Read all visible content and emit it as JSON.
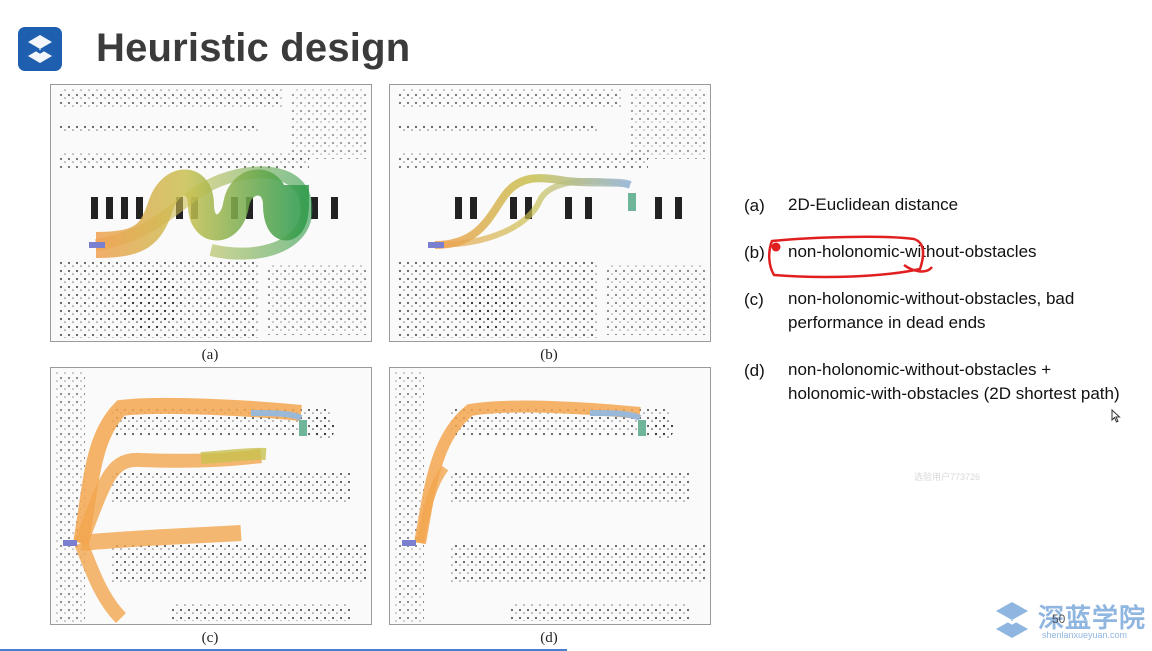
{
  "slide": {
    "title": "Heuristic design",
    "captions": [
      "(a)",
      "(b)",
      "(c)",
      "(d)"
    ],
    "items": [
      {
        "label": "(a)",
        "lines": [
          "2D-Euclidean distance"
        ]
      },
      {
        "label": "(b)",
        "lines": [
          "non-holonomic-without-obstacles"
        ]
      },
      {
        "label": "(c)",
        "lines": [
          "non-holonomic-without-obstacles, bad",
          "performance in dead ends"
        ]
      },
      {
        "label": "(d)",
        "lines": [
          "non-holonomic-without-obstacles  +",
          "holonomic-with-obstacles (2D shortest path)"
        ]
      }
    ],
    "annotation_color": "#e02020",
    "accent_color": "#1f5fb0",
    "watermark_small": "选验用户773726",
    "brand": {
      "cn": "深蓝学院",
      "en": "shenlanxueyuan.com"
    },
    "page_number": "50"
  }
}
